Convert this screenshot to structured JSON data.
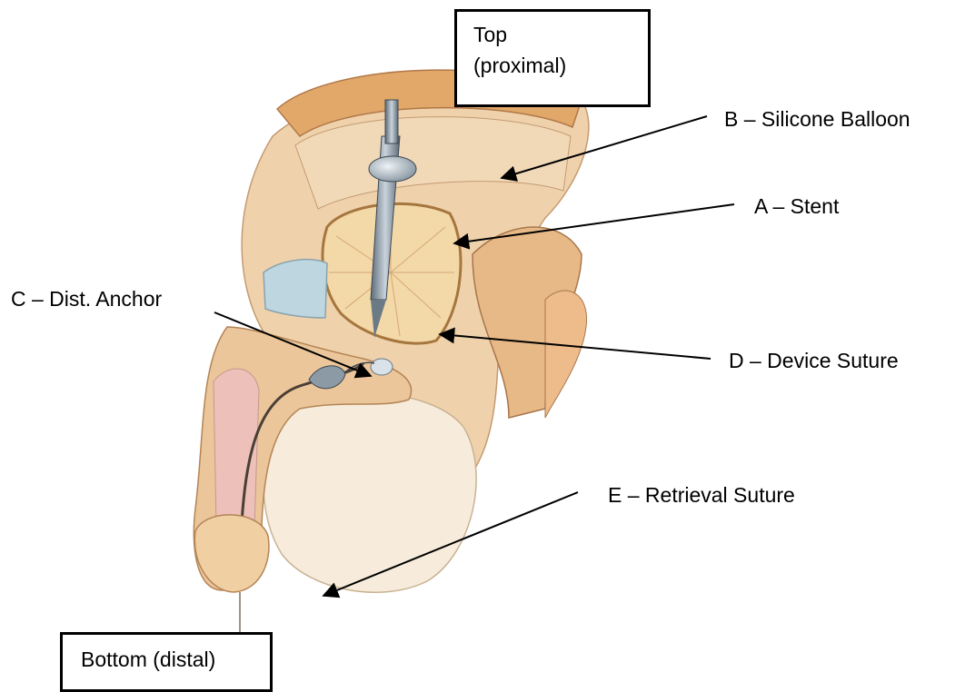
{
  "top_box": {
    "line1": "Top",
    "line2": "(proximal)"
  },
  "bottom_box": {
    "text": "Bottom (distal)"
  },
  "labels": {
    "b": "B – Silicone Balloon",
    "a": "A – Stent",
    "c": "C – Dist. Anchor",
    "d": "D – Device Suture",
    "e": "E – Retrieval Suture"
  },
  "colors": {
    "skin": "#f0d2a8",
    "tissue": "#e5b98b",
    "cut_surface": "#f7e7c4",
    "bone_orange": "#d9964f",
    "fat_yellow": "#f4dfa0",
    "urethra_pink": "#e8aab0",
    "device_silver": "#a7b4c0",
    "balloon_blue": "#c8dde8"
  }
}
